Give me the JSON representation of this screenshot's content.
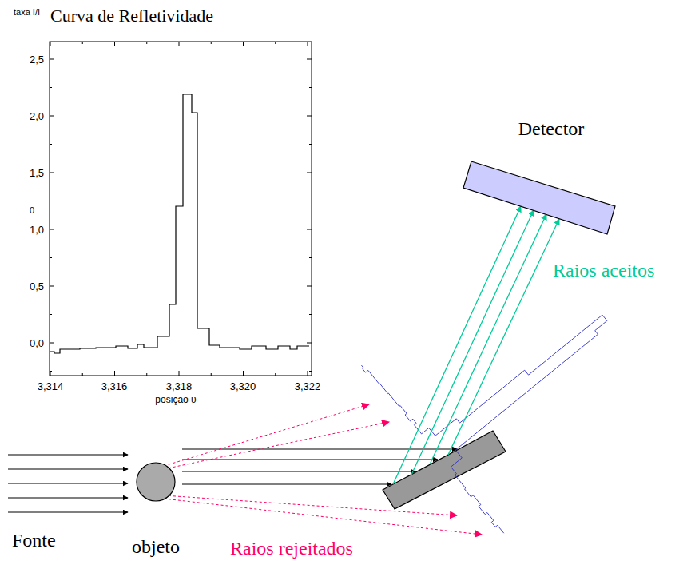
{
  "diagram": {
    "nodes": [
      {
        "text": [
          "Detector"
        ]
      },
      {
        "text": [
          "objeto"
        ]
      }
    ],
    "labels": [
      "Curva de Refletividade",
      "taxa I/I",
      "0",
      "2,5",
      "2,0",
      "1,5",
      "1,0",
      "0,5",
      "0,0",
      "3,314",
      "3,316",
      "3,318",
      "3,320",
      "3,322",
      "posição υ",
      "Raios aceitos",
      "Fonte",
      "Raios rejeitados"
    ]
  }
}
